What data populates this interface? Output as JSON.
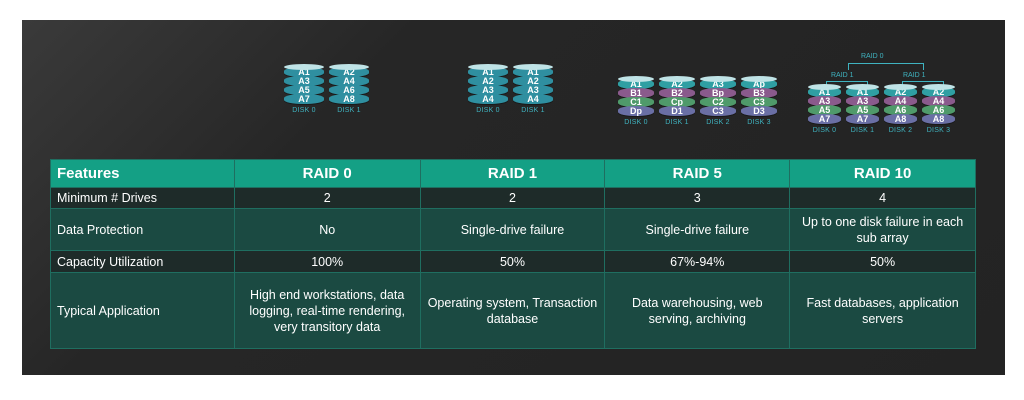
{
  "diagrams": {
    "raid0": {
      "disks": [
        {
          "label": "DISK 0",
          "blocks": [
            "A1",
            "A3",
            "A5",
            "A7"
          ]
        },
        {
          "label": "DISK 1",
          "blocks": [
            "A2",
            "A4",
            "A6",
            "A8"
          ]
        }
      ]
    },
    "raid1": {
      "disks": [
        {
          "label": "DISK 0",
          "blocks": [
            "A1",
            "A2",
            "A3",
            "A4"
          ]
        },
        {
          "label": "DISK 1",
          "blocks": [
            "A1",
            "A2",
            "A3",
            "A4"
          ]
        }
      ]
    },
    "raid5": {
      "disks": [
        {
          "label": "DISK 0",
          "blocks": [
            "A1",
            "B1",
            "C1",
            "Dp"
          ]
        },
        {
          "label": "DISK 1",
          "blocks": [
            "A2",
            "B2",
            "Cp",
            "D1"
          ]
        },
        {
          "label": "DISK 2",
          "blocks": [
            "A3",
            "Bp",
            "C2",
            "C3"
          ]
        },
        {
          "label": "DISK 3",
          "blocks": [
            "Ap",
            "B3",
            "C3",
            "D3"
          ]
        }
      ]
    },
    "raid10": {
      "top_label": "RAID 0",
      "sub_labels": [
        "RAID 1",
        "RAID 1"
      ],
      "disks": [
        {
          "label": "DISK 0",
          "blocks": [
            "A1",
            "A3",
            "A5",
            "A7"
          ]
        },
        {
          "label": "DISK 1",
          "blocks": [
            "A1",
            "A3",
            "A5",
            "A7"
          ]
        },
        {
          "label": "DISK 2",
          "blocks": [
            "A2",
            "A4",
            "A6",
            "A8"
          ]
        },
        {
          "label": "DISK 3",
          "blocks": [
            "A2",
            "A4",
            "A6",
            "A8"
          ]
        }
      ]
    }
  },
  "colors": {
    "row1": "#2f9fa3",
    "row2": "#8a5a8c",
    "row3": "#4f9a6a",
    "row4": "#6a6fa5",
    "mono": "#2f8fa0",
    "header": "#14a085"
  },
  "table": {
    "headers": [
      "Features",
      "RAID 0",
      "RAID 1",
      "RAID 5",
      "RAID 10"
    ],
    "rows": [
      {
        "label": "Minimum # Drives",
        "cells": [
          "2",
          "2",
          "3",
          "4"
        ]
      },
      {
        "label": "Data Protection",
        "cells": [
          "No",
          "Single-drive failure",
          "Single-drive failure",
          "Up to one disk failure in each sub array"
        ]
      },
      {
        "label": "Capacity Utilization",
        "cells": [
          "100%",
          "50%",
          "67%-94%",
          "50%"
        ]
      },
      {
        "label": "Typical Application",
        "cells": [
          "High end workstations, data logging, real-time rendering, very transitory data",
          "Operating system, Transaction database",
          "Data warehousing, web serving, archiving",
          "Fast databases, application servers"
        ]
      }
    ]
  }
}
